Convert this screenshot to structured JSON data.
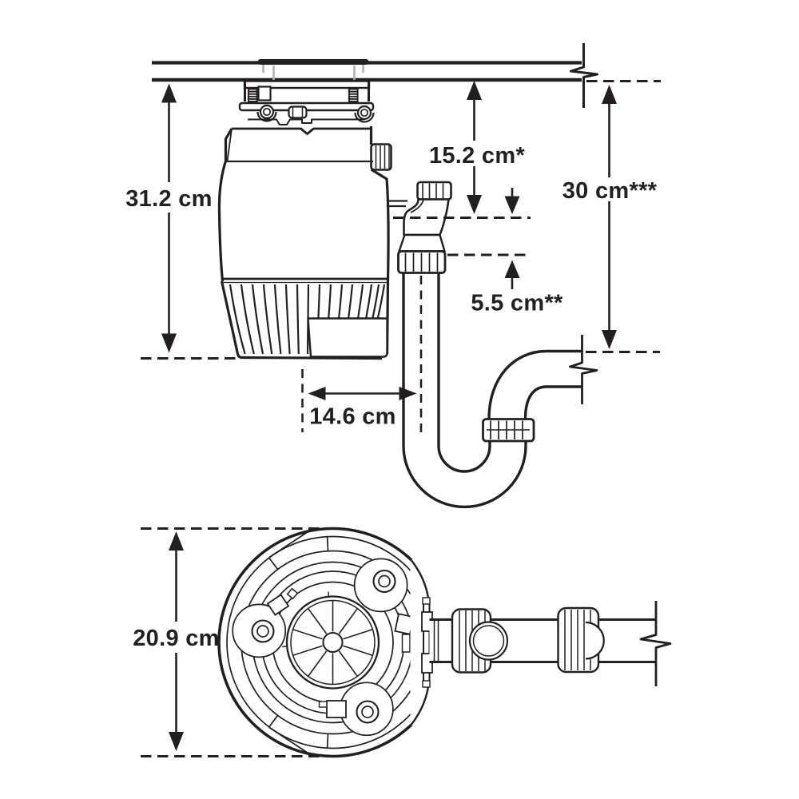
{
  "page": {
    "background": "#ffffff",
    "kind": "product-dimension-diagram",
    "subject": "Garbage disposal under-sink installation with P-trap, side view and bottom view"
  },
  "colors": {
    "line": "#231f20",
    "flange_gray": "#b3b3b3"
  },
  "views": {
    "side": {
      "name": "side-installation-view",
      "dimensions": {
        "unit_height": "31.2 cm",
        "counter_to_outlet": "15.2 cm*",
        "counter_to_drain": "30 cm***",
        "outlet_to_trap": "5.5 cm**",
        "center_to_trap": "14.6 cm"
      }
    },
    "bottom": {
      "name": "bottom-view",
      "dimensions": {
        "unit_diameter": "20.9 cm"
      }
    }
  }
}
